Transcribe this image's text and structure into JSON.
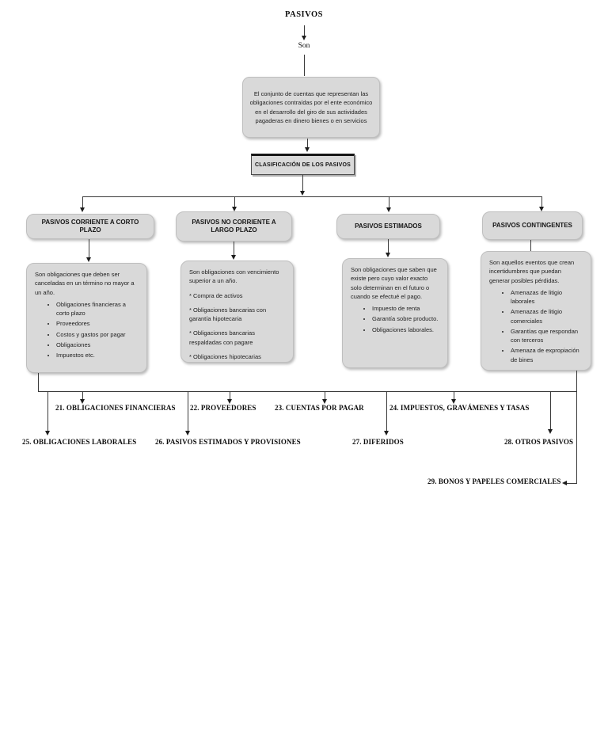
{
  "diagram": {
    "title": "PASIVOS",
    "link_label": "Son",
    "definition": "El conjunto de cuentas que representan las obligaciones contraídas por el ente económico en el desarrollo del giro de sus actividades pagaderas en dinero bienes o en servicios",
    "classification": "CLASIFICACIÓN DE LOS PASIVOS"
  },
  "branches": [
    {
      "title": "PASIVOS CORRIENTE A CORTO PLAZO",
      "description": "Son obligaciones que deben ser canceladas en un término no mayor a un año.",
      "items": [
        "Obligaciones financieras a corto plazo",
        "Proveedores",
        "Costos y gastos por pagar",
        "Obligaciones",
        "Impuestos etc."
      ]
    },
    {
      "title": "PASIVOS NO CORRIENTE A LARGO PLAZO",
      "description": "Son obligaciones con vencimiento superior a un año.",
      "items": [
        "* Compra de activos",
        "* Obligaciones bancarias con garantía hipotecaria",
        "* Obligaciones bancarias respaldadas con pagare",
        "* Obligaciones hipotecarias"
      ]
    },
    {
      "title": "PASIVOS ESTIMADOS",
      "description": "Son obligaciones que saben que existe pero cuyo valor exacto solo determinan en el futuro o cuando se efectué el pago.",
      "items": [
        "Impuesto de renta",
        "Garantía sobre producto.",
        "Obligaciones laborales."
      ]
    },
    {
      "title": "PASIVOS CONTINGENTES",
      "description": "Son aquellos eventos que crean incertidumbres que puedan generar posibles pérdidas.",
      "items": [
        "Amenazas de litigio laborales",
        "Amenazas de litigio comerciales",
        "Garantías que respondan con terceros",
        "Amenaza de expropiación de bines"
      ]
    }
  ],
  "accounts": [
    "21. OBLIGACIONES FINANCIERAS",
    "22. PROVEEDORES",
    "23. CUENTAS POR PAGAR",
    "24. IMPUESTOS, GRAVÁMENES Y TASAS",
    "25. OBLIGACIONES LABORALES",
    "26. PASIVOS ESTIMADOS Y PROVISIONES",
    "27. DIFERIDOS",
    "28. OTROS PASIVOS",
    "29. BONOS Y PAPELES COMERCIALES"
  ],
  "colors": {
    "box_fill": "#d9d9d9",
    "line": "#3a3a3a",
    "text": "#1a1a1a"
  }
}
